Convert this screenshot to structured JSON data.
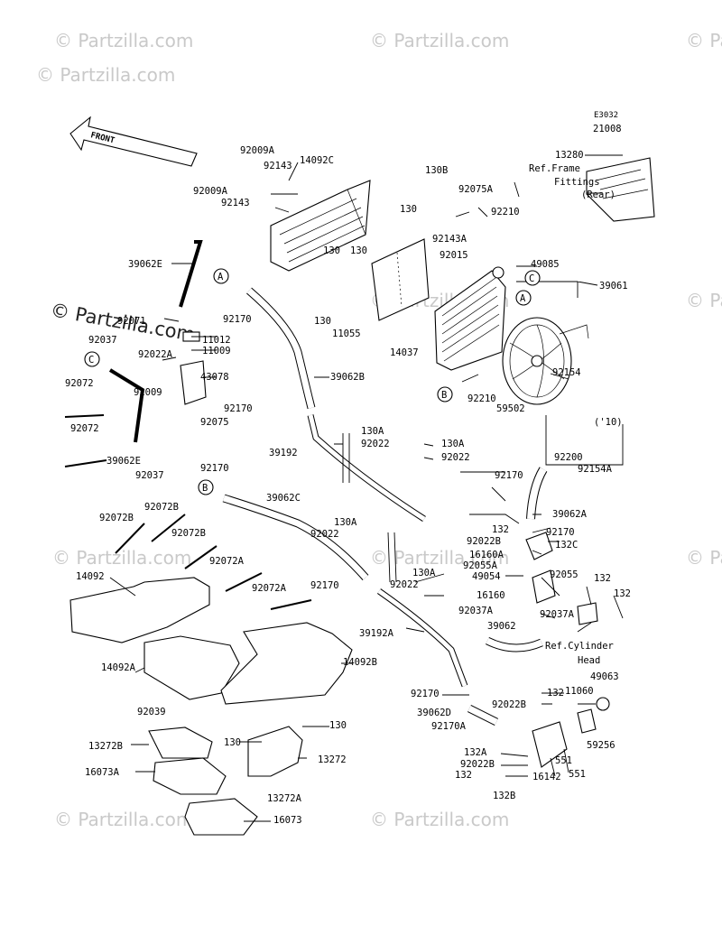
{
  "diagram": {
    "code": "E3032",
    "front_label": "FRONT",
    "watermark_text": "© Partzilla.com",
    "labels": [
      "21008",
      "13280",
      "Ref.Frame",
      "Fittings",
      "(Rear)",
      "92009A",
      "92143",
      "14092C",
      "92009A",
      "92143",
      "130B",
      "92075A",
      "92210",
      "130",
      "92143A",
      "92015",
      "130",
      "130",
      "49085",
      "39061",
      "39062E",
      "92170",
      "130",
      "11055",
      "14037",
      "92037",
      "92071",
      "11012",
      "11009",
      "92022A",
      "43078",
      "92072",
      "92009",
      "92075",
      "39062B",
      "92154",
      "92210",
      "92072",
      "39062E",
      "92037",
      "92170",
      "130A",
      "92022",
      "39192",
      "130A",
      "92022",
      "59502",
      "('10)",
      "92200",
      "92154A",
      "92170",
      "39062C",
      "92170",
      "39062A",
      "92072B",
      "92072B",
      "132",
      "92170",
      "92072B",
      "130A",
      "92022",
      "92022B",
      "132C",
      "16160A",
      "92055A",
      "49054",
      "92072A",
      "130A",
      "92022",
      "92055",
      "132",
      "132",
      "14092",
      "92072A",
      "92170",
      "16160",
      "92037A",
      "92037A",
      "39062",
      "39192A",
      "Ref.Cylinder",
      "Head",
      "14092A",
      "14092B",
      "132",
      "49063",
      "92022B",
      "11060",
      "92170",
      "39062D",
      "92039",
      "130",
      "92170A",
      "59256",
      "13272B",
      "130",
      "132A",
      "551",
      "13272",
      "551",
      "92022B",
      "16073A",
      "132",
      "16142",
      "13272A",
      "132B",
      "16073"
    ],
    "callouts": [
      "A",
      "C",
      "A",
      "C",
      "B",
      "B"
    ]
  }
}
